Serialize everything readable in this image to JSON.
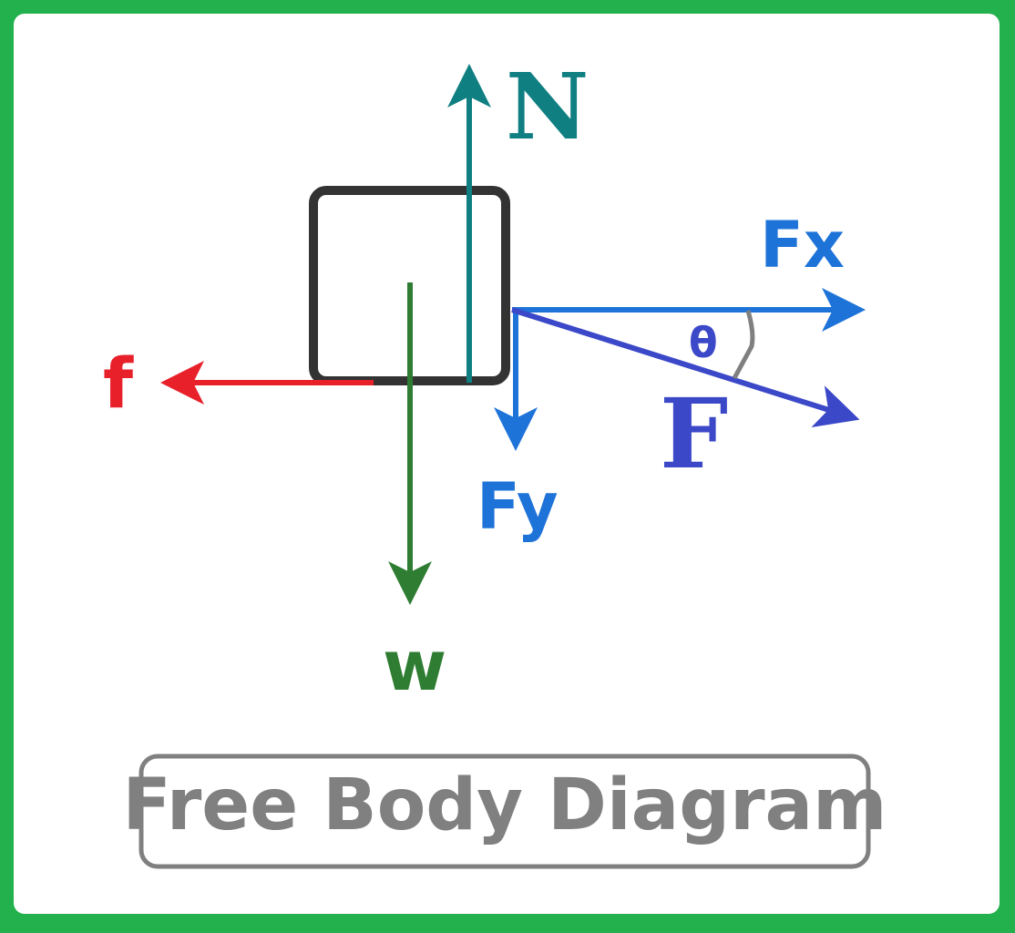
{
  "title": "Free Body Diagram",
  "labels": {
    "normal": "N",
    "friction": "f",
    "weight": "w",
    "force": "F",
    "force_x": "Fx",
    "force_y": "Fy",
    "angle": "θ"
  },
  "colors": {
    "border": "#22b14c",
    "normal": "#0f7f82",
    "friction": "#e8202a",
    "weight": "#2e7d32",
    "force": "#3b48c8",
    "components": "#1e73d8",
    "box": "#333333",
    "title": "#808080"
  }
}
